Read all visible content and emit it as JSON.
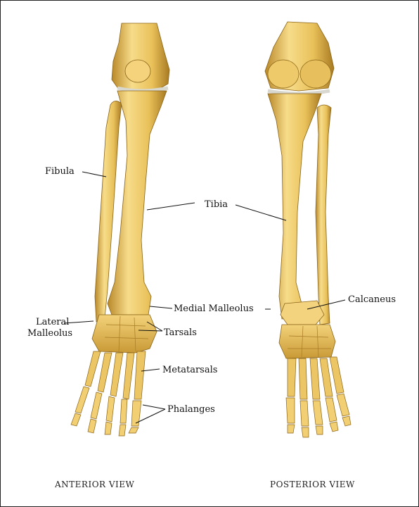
{
  "labels": {
    "fibula": "Fibula",
    "tibia": "Tibia",
    "lateral_malleolus_1": "Lateral",
    "lateral_malleolus_2": "Malleolus",
    "medial_malleolus": "Medial Malleolus",
    "tarsals": "Tarsals",
    "metatarsals": "Metatarsals",
    "phalanges": "Phalanges",
    "calcaneus": "Calcaneus"
  },
  "captions": {
    "anterior": "ANTERIOR VIEW",
    "posterior": "POSTERIOR VIEW"
  },
  "colors": {
    "bone": "#e9c15a",
    "bone_light": "#f7dc8a",
    "bone_shade": "#b9882a",
    "leader": "#111111"
  }
}
